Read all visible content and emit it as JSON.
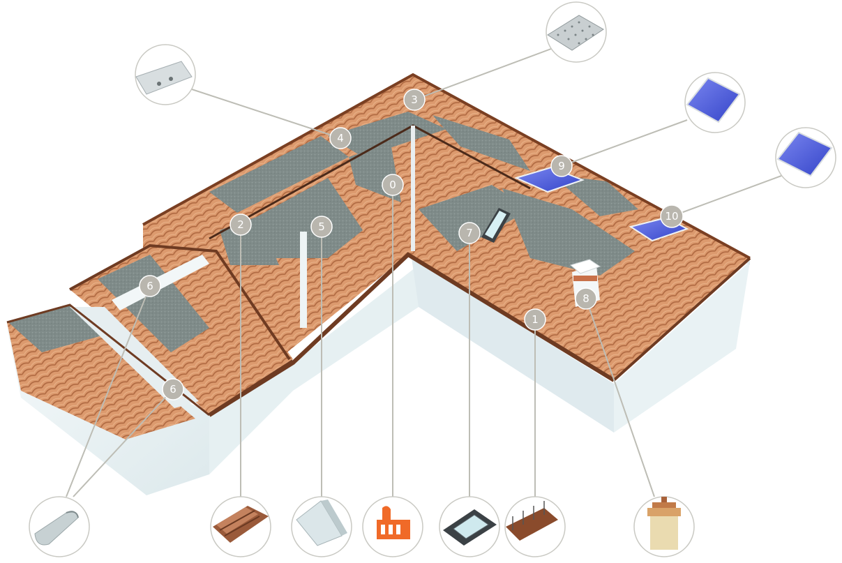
{
  "colors": {
    "tile": "#d9956a",
    "tile_dark": "#b86e43",
    "membrane": "#7d8a88",
    "wall": "#eaf2f4",
    "gutter": "#6e3b22",
    "leader": "#bdbdb5",
    "badge": "#b9b6ae",
    "solar": "#4a5be0"
  },
  "callouts": [
    {
      "id": "c0",
      "label": "0",
      "icon": "orange-ridge-clip-icon"
    },
    {
      "id": "c1",
      "label": "1",
      "icon": "eaves-comb-icon"
    },
    {
      "id": "c2",
      "label": "2",
      "icon": "eaves-ventilation-grille-icon"
    },
    {
      "id": "c3",
      "label": "3",
      "icon": "perforated-ridge-vent-icon"
    },
    {
      "id": "c4",
      "label": "4",
      "icon": "metal-valley-flashing-icon"
    },
    {
      "id": "c5",
      "label": "5",
      "icon": "wall-flashing-icon"
    },
    {
      "id": "c6a",
      "label": "6",
      "icon": "rolled-flashing-icon"
    },
    {
      "id": "c6b",
      "label": "6",
      "icon": "rolled-flashing-icon"
    },
    {
      "id": "c7",
      "label": "7",
      "icon": "roof-window-icon"
    },
    {
      "id": "c8",
      "label": "8",
      "icon": "chimney-icon"
    },
    {
      "id": "c9",
      "label": "9",
      "icon": "solar-panel-icon"
    },
    {
      "id": "c10",
      "label": "10",
      "icon": "solar-panel-icon"
    }
  ]
}
